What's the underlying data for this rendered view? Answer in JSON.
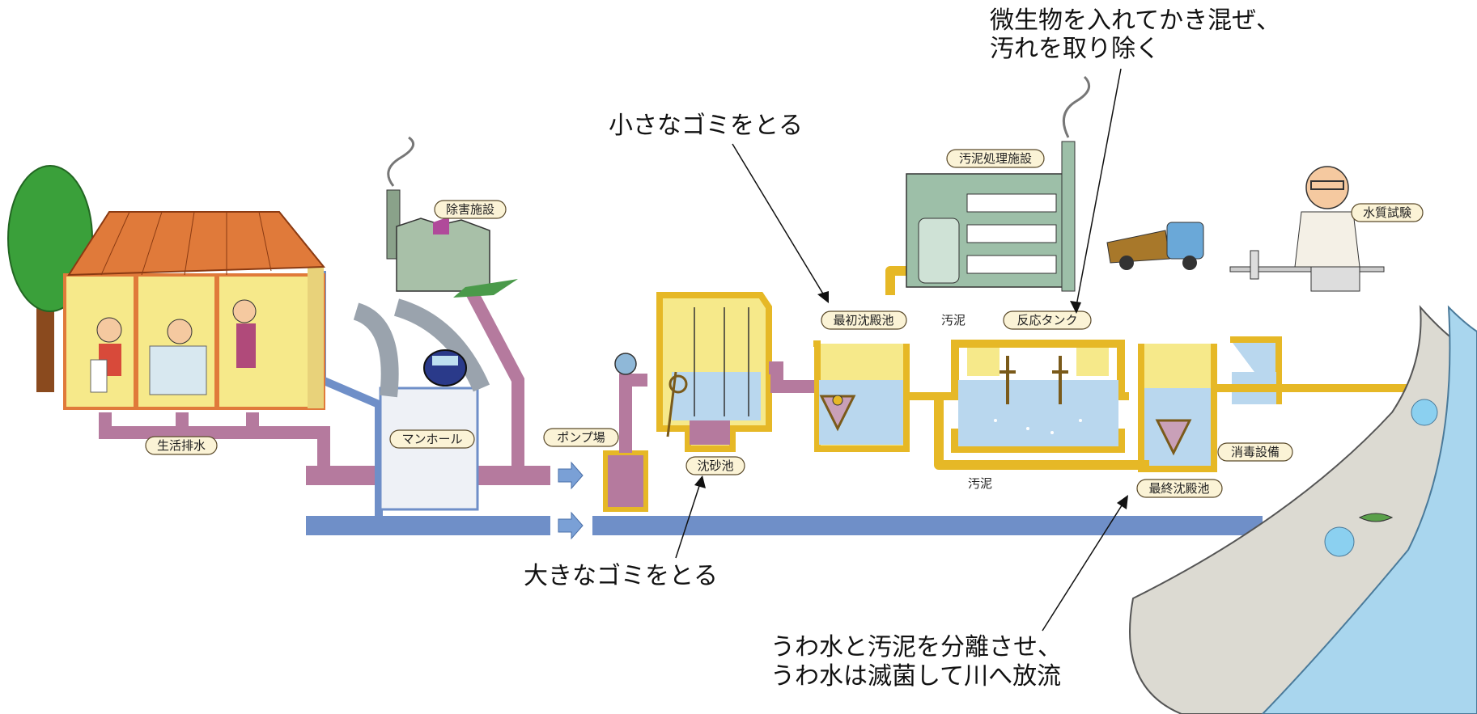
{
  "labels": {
    "household_wastewater": "生活排水",
    "manhole": "マンホール",
    "abatement_facility": "除害施設",
    "pump_station": "ポンプ場",
    "grit_chamber": "沈砂池",
    "primary_settling": "最初沈殿池",
    "sludge_top": "汚泥",
    "reaction_tank": "反応タンク",
    "sludge_treatment": "汚泥処理施設",
    "water_quality_test": "水質試験",
    "disinfection": "消毒設備",
    "final_settling": "最終沈殿池",
    "sludge_bottom": "汚泥"
  },
  "annotations": {
    "microbes_line1": "微生物を入れてかき混ぜ、",
    "microbes_line2": "汚れを取り除く",
    "small_debris": "小さなゴミをとる",
    "large_debris": "大きなゴミをとる",
    "separate_line1": "うわ水と汚泥を分離させ、",
    "separate_line2": "うわ水は滅菌して川へ放流"
  },
  "colors": {
    "sewage_pipe": "#b57a9e",
    "rain_pipe": "#6f8fc8",
    "tank_frame": "#e6b826",
    "tank_water": "#b9d7ee",
    "house_wall": "#f6e98a",
    "roof": "#e07a3a",
    "river": "#a9d6ee"
  }
}
